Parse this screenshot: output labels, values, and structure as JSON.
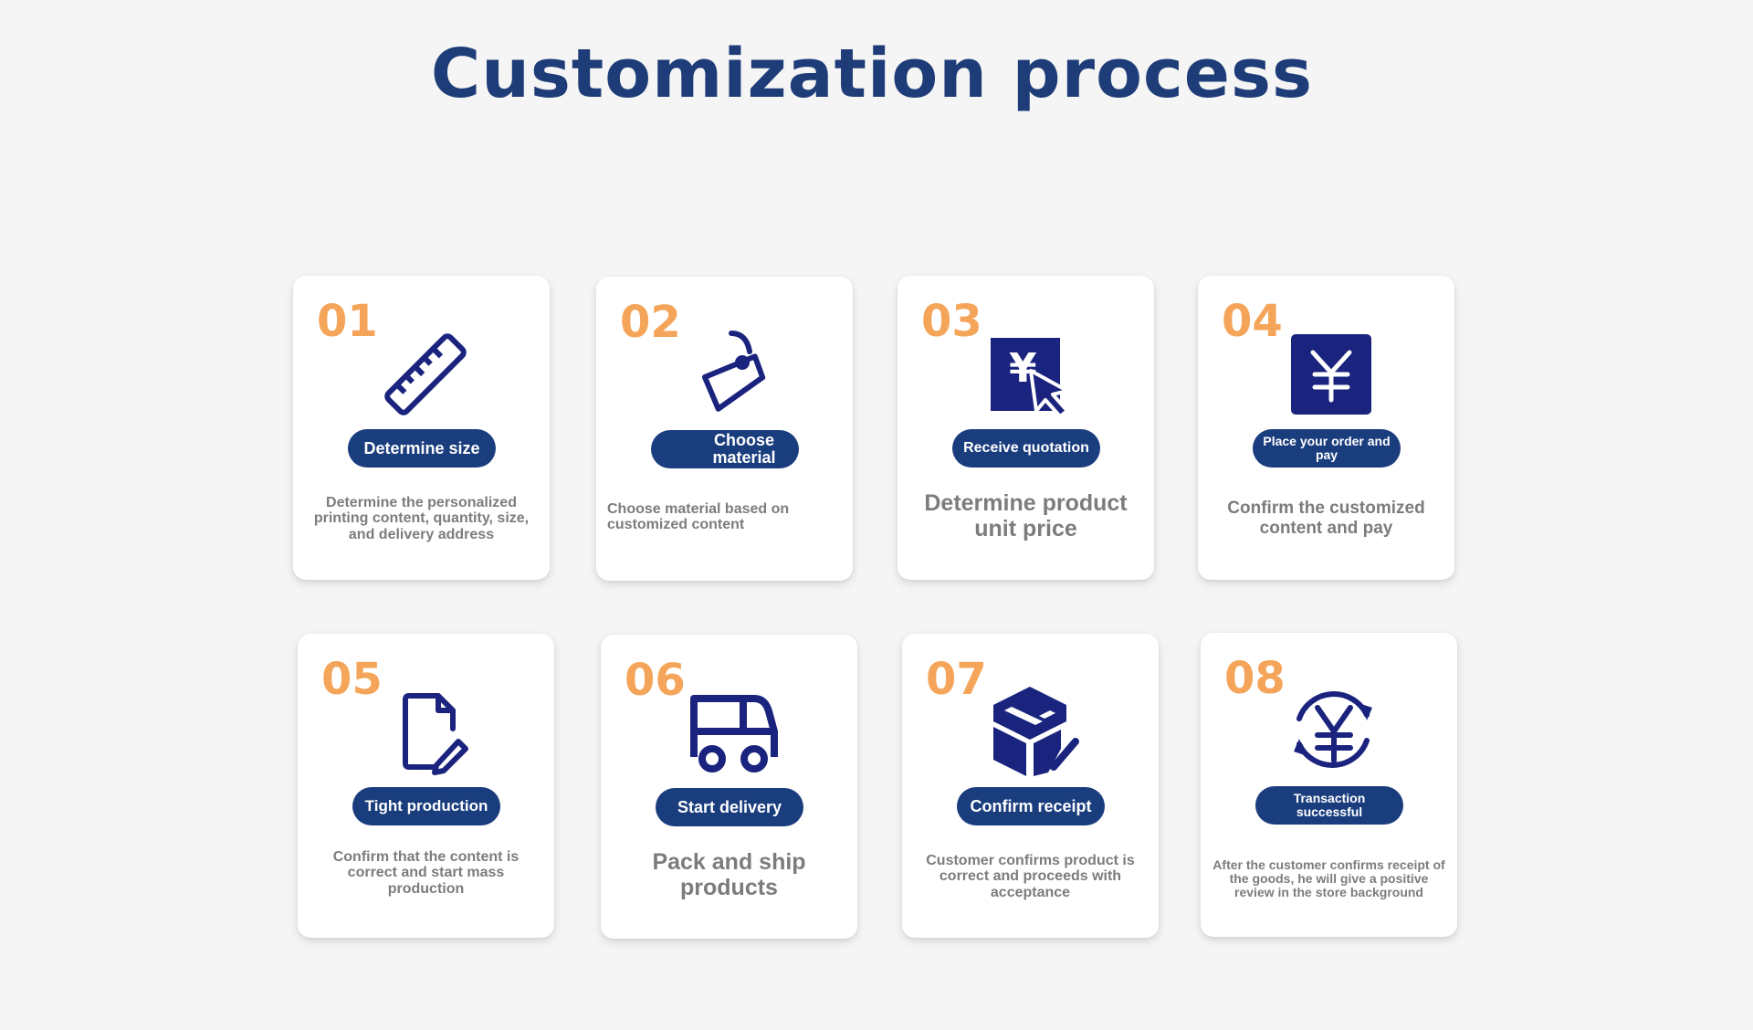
{
  "title": "Customization process",
  "accent_color": "#f4a55a",
  "brand_color": "#1a3d7e",
  "icon_color": "#1a237e",
  "steps": [
    {
      "num": "01",
      "label": "Determine size",
      "desc": "Determine the personalized printing content, quantity, size, and delivery address",
      "icon": "ruler-icon"
    },
    {
      "num": "02",
      "label": "Choose material",
      "desc": "Choose material based on customized content",
      "icon": "tag-icon"
    },
    {
      "num": "03",
      "label": "Receive quotation",
      "desc": "Determine product unit price",
      "icon": "yuan-cursor-icon"
    },
    {
      "num": "04",
      "label": "Place your order and pay",
      "desc": "Confirm the customized content and pay",
      "icon": "yuan-box-icon"
    },
    {
      "num": "05",
      "label": "Tight production",
      "desc": "Confirm that the content is correct and start mass production",
      "icon": "document-edit-icon"
    },
    {
      "num": "06",
      "label": "Start delivery",
      "desc": "Pack and ship products",
      "icon": "truck-icon"
    },
    {
      "num": "07",
      "label": "Confirm receipt",
      "desc": "Customer confirms product is correct and proceeds with acceptance",
      "icon": "package-check-icon"
    },
    {
      "num": "08",
      "label": "Transaction successful",
      "desc": "After the customer confirms receipt of the goods, he will give a positive review in the store background",
      "icon": "yuan-cycle-icon"
    }
  ]
}
